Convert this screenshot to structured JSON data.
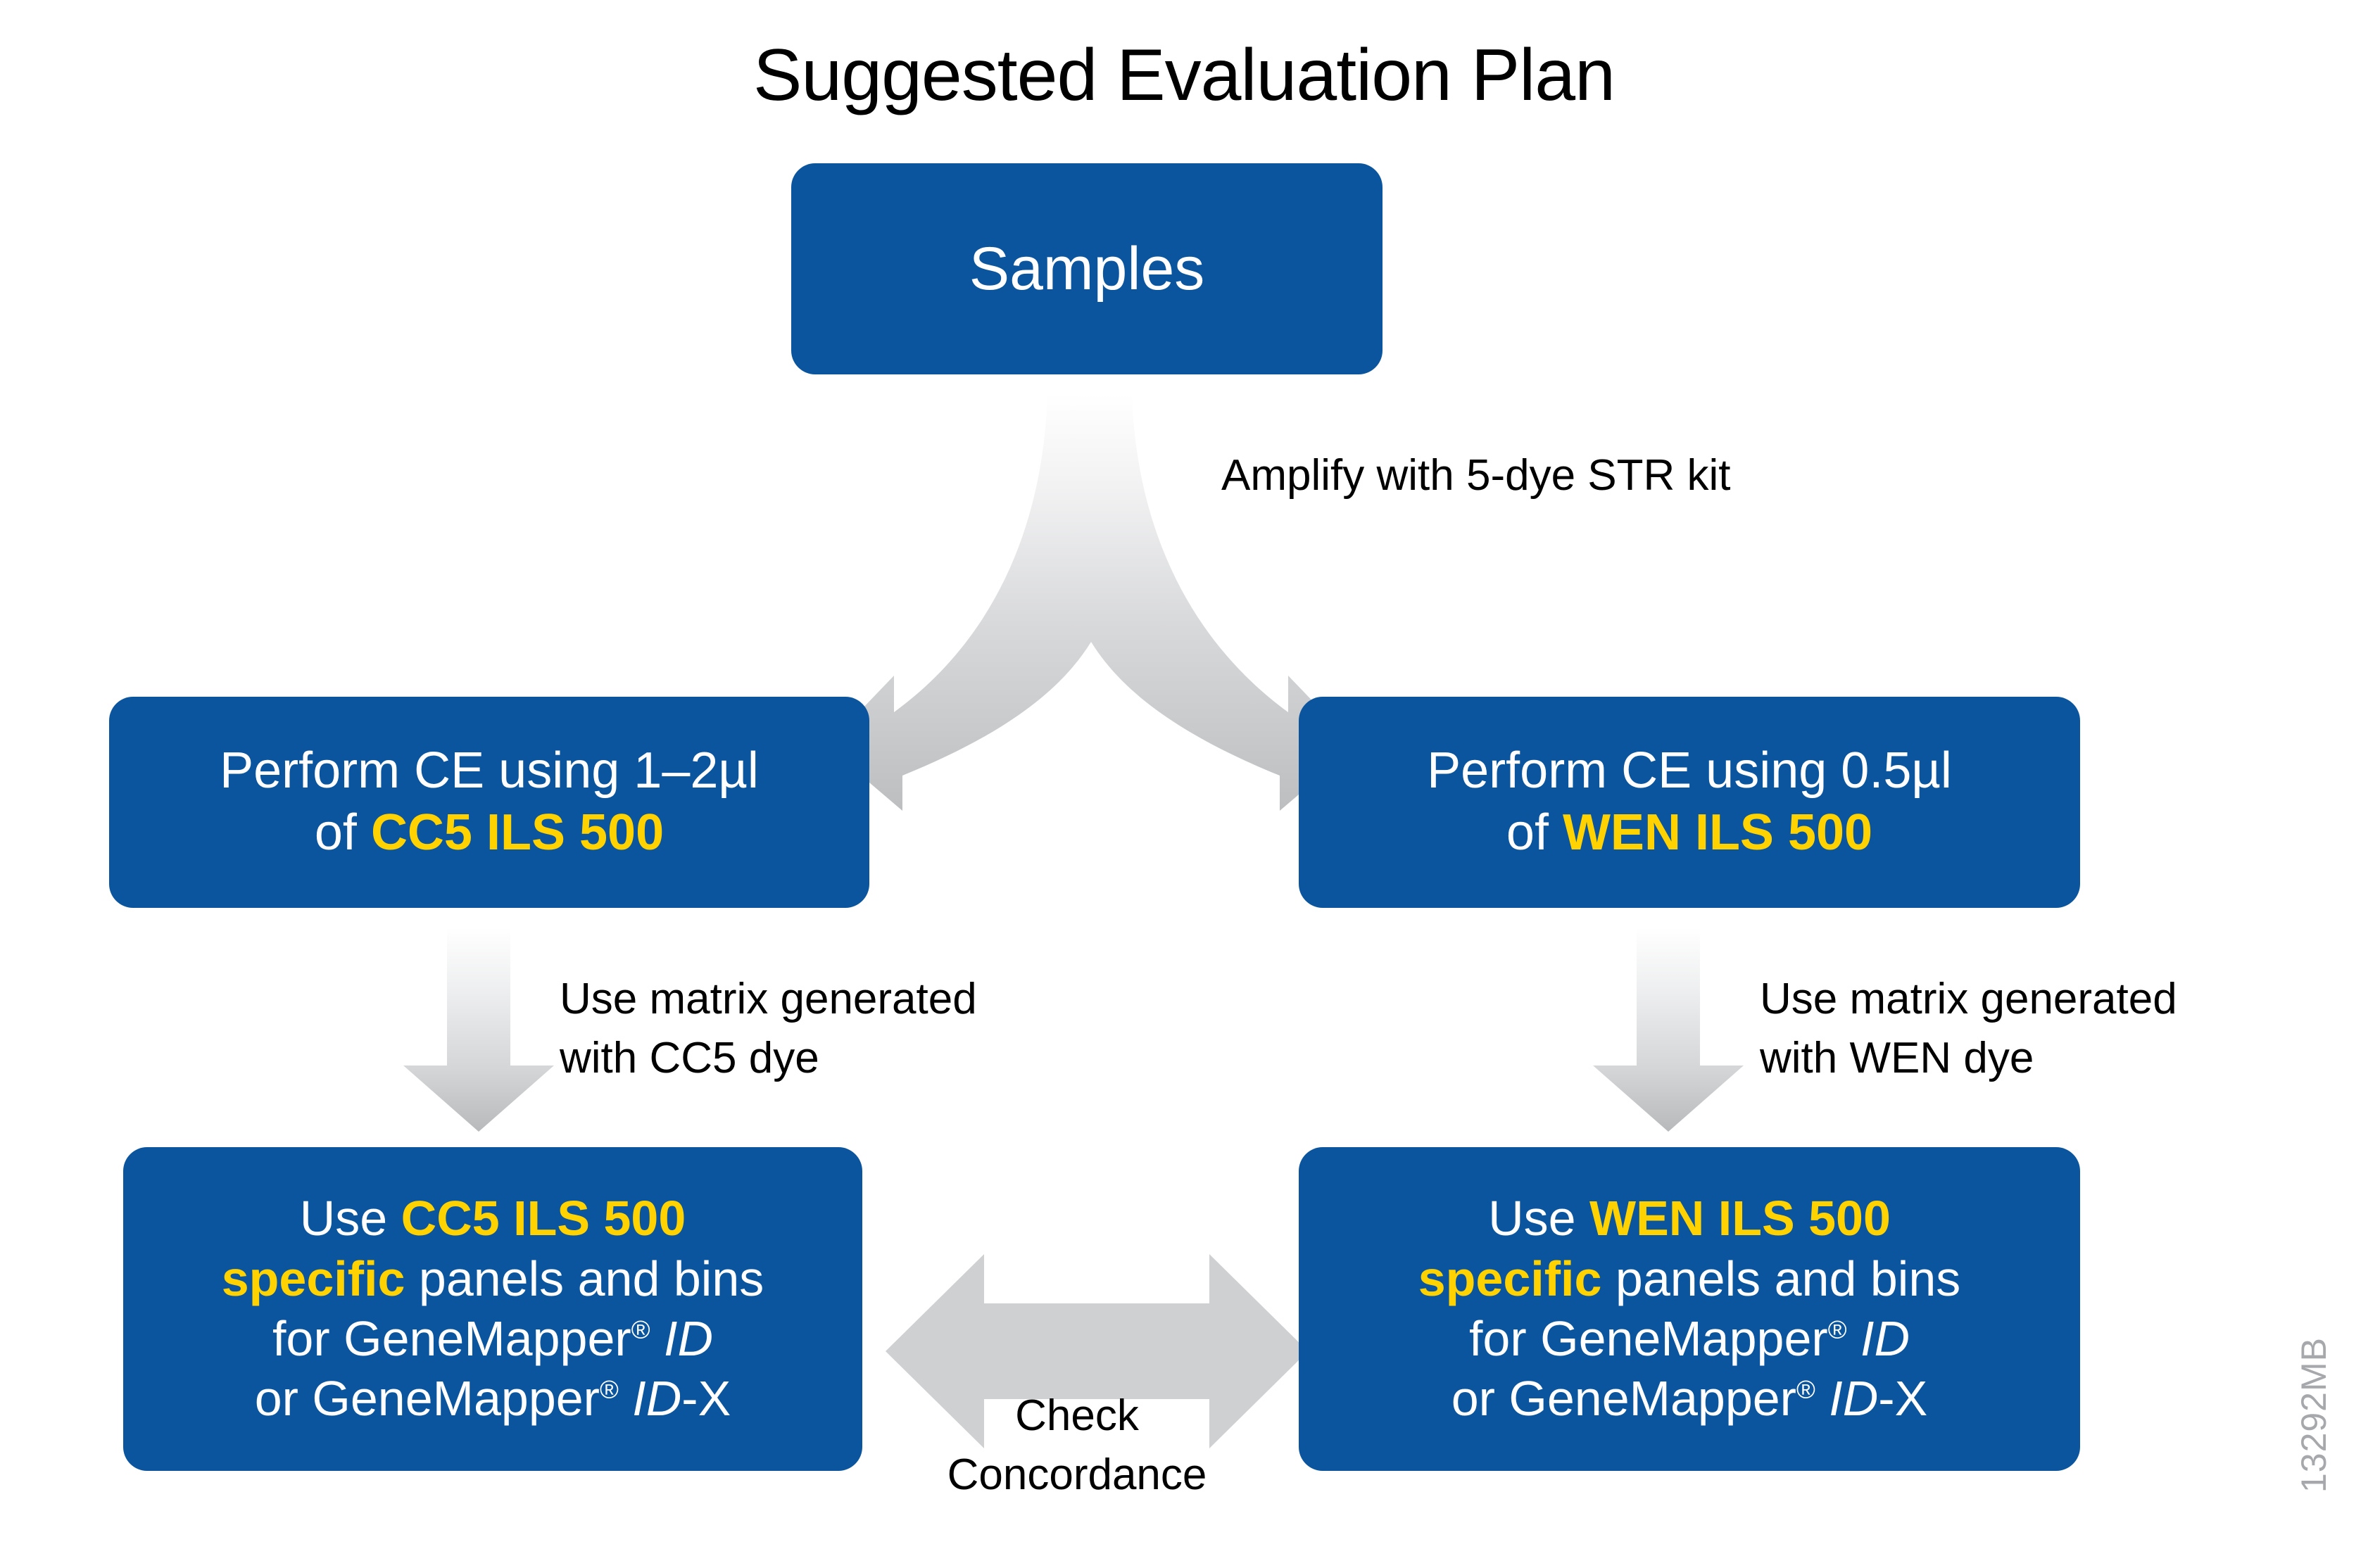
{
  "title": "Suggested Evaluation Plan",
  "colors": {
    "box_blue": "#0b559e",
    "highlight_yellow": "#ffd200",
    "arrow_gray": "#c9cacc",
    "text_white": "#ffffff",
    "text_black": "#000000",
    "side_code_gray": "#a6a8ab",
    "background": "#ffffff"
  },
  "boxes": {
    "samples": {
      "label": "Samples"
    },
    "left_ce": {
      "line1": "Perform CE using 1–2µl",
      "line2_prefix": "of ",
      "line2_highlight": "CC5 ILS 500"
    },
    "right_ce": {
      "line1": "Perform CE using 0.5µl",
      "line2_prefix": "of ",
      "line2_highlight": "WEN ILS 500"
    },
    "left_panels": {
      "line1_prefix": "Use ",
      "line1_highlight": "CC5 ILS 500",
      "line2_highlight": "specific",
      "line2_rest": " panels and bins",
      "line3_prefix": "for GeneMapper",
      "line3_reg": "®",
      "line3_italic": "ID",
      "line4_prefix": "or GeneMapper",
      "line4_reg": "®",
      "line4_italic": "ID",
      "line4_suffix": "-X"
    },
    "right_panels": {
      "line1_prefix": "Use ",
      "line1_highlight": "WEN ILS 500",
      "line2_highlight": "specific",
      "line2_rest": " panels and bins",
      "line3_prefix": "for GeneMapper",
      "line3_reg": "®",
      "line3_italic": "ID",
      "line4_prefix": "or GeneMapper",
      "line4_reg": "®",
      "line4_italic": "ID",
      "line4_suffix": "-X"
    }
  },
  "edge_labels": {
    "amplify": "Amplify with 5-dye STR kit",
    "matrix_left_line1": "Use matrix generated",
    "matrix_left_line2": "with CC5 dye",
    "matrix_right_line1": "Use matrix generated",
    "matrix_right_line2": "with WEN dye",
    "concordance_line1": "Check",
    "concordance_line2": "Concordance"
  },
  "arrows": {
    "split": "split-arrow-down-two-branches",
    "down_left": "arrow-down",
    "down_right": "arrow-down",
    "concordance": "double-headed-arrow-horizontal"
  },
  "side_code": "13292MB"
}
